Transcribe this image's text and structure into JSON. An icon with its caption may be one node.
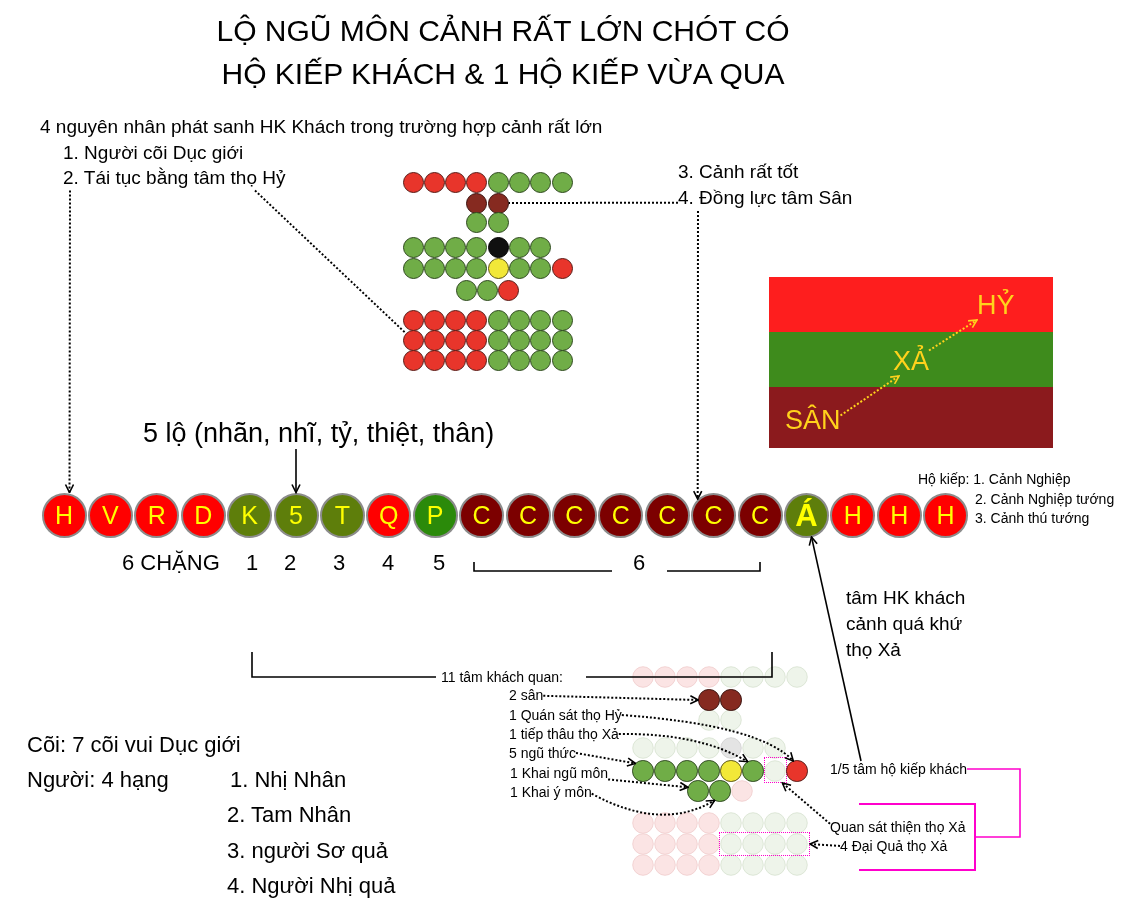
{
  "diagram": {
    "title": "LỘ NGŨ MÔN CẢNH RẤT LỚN CHÓT CÓ HỘ KIẾP KHÁCH & 1 HỘ KIẾP VỪA QUA",
    "nodes": [
      {
        "text": [
          "4 nguyên nhân phát sanh HK Khách trong trường hợp cảnh rất lớn",
          "1. Người cõi Dục giới",
          "2. Tái tục bằng tâm thọ Hỷ"
        ]
      },
      {
        "text": [
          "3. Cảnh rất tốt",
          "4. Đồng lực tâm Sân"
        ]
      },
      {
        "text": [],
        "shape": "circle"
      },
      {
        "text": [],
        "shape": "circle"
      },
      {
        "text": [],
        "shape": "circle"
      },
      {
        "text": [],
        "shape": "circle"
      },
      {
        "text": [],
        "shape": "circle"
      },
      {
        "text": [],
        "shape": "circle"
      },
      {
        "text": [],
        "shape": "circle"
      },
      {
        "text": [],
        "shape": "circle"
      },
      {
        "text": [],
        "shape": "circle"
      },
      {
        "text": [],
        "shape": "circle"
      },
      {
        "text": [],
        "shape": "circle"
      },
      {
        "text": [],
        "shape": "circle"
      },
      {
        "text": [],
        "shape": "circle"
      },
      {
        "text": [],
        "shape": "circle"
      },
      {
        "text": [],
        "shape": "circle"
      },
      {
        "text": [],
        "shape": "circle"
      },
      {
        "text": [],
        "shape": "circle"
      },
      {
        "text": [],
        "shape": "circle"
      },
      {
        "text": [],
        "shape": "circle"
      },
      {
        "text": [],
        "shape": "circle"
      },
      {
        "text": [],
        "shape": "circle"
      },
      {
        "text": [],
        "shape": "circle"
      },
      {
        "text": [],
        "shape": "circle"
      },
      {
        "text": [],
        "shape": "circle"
      },
      {
        "text": [],
        "shape": "circle"
      },
      {
        "text": [],
        "shape": "circle"
      },
      {
        "text": [],
        "shape": "circle"
      },
      {
        "text": [],
        "shape": "circle"
      },
      {
        "text": [],
        "shape": "circle"
      },
      {
        "text": [],
        "shape": "circle"
      },
      {
        "text": [],
        "shape": "circle"
      },
      {
        "text": [],
        "shape": "circle"
      },
      {
        "text": [],
        "shape": "circle"
      },
      {
        "text": [],
        "shape": "circle"
      },
      {
        "text": [],
        "shape": "circle"
      },
      {
        "text": [],
        "shape": "circle"
      },
      {
        "text": [],
        "shape": "circle"
      },
      {
        "text": [],
        "shape": "circle"
      },
      {
        "text": [],
        "shape": "circle"
      },
      {
        "text": [],
        "shape": "circle"
      },
      {
        "text": [],
        "shape": "circle"
      },
      {
        "text": [],
        "shape": "circle"
      },
      {
        "text": [],
        "shape": "circle"
      },
      {
        "text": [],
        "shape": "circle"
      },
      {
        "text": [],
        "shape": "circle"
      },
      {
        "text": [],
        "shape": "circle"
      },
      {
        "text": [],
        "shape": "circle"
      },
      {
        "text": [],
        "shape": "circle"
      },
      {
        "text": [],
        "shape": "circle"
      },
      {
        "text": [],
        "shape": "circle"
      },
      {
        "text": [],
        "shape": "circle"
      },
      {
        "text": [],
        "shape": "circle"
      },
      {
        "text": [],
        "shape": "circle"
      },
      {
        "text": [],
        "shape": "circle"
      },
      {
        "text": [],
        "shape": "bar"
      },
      {
        "text": [
          "HỶ"
        ],
        "in": 56
      },
      {
        "text": [],
        "shape": "bar"
      },
      {
        "text": [
          "XẢ"
        ],
        "in": 58
      },
      {
        "text": [],
        "shape": "bar"
      },
      {
        "text": [
          "SÂN"
        ],
        "in": 60
      },
      {
        "text": [
          "5 lộ (nhãn, nhĩ, tỷ, thiệt, thân)"
        ]
      },
      {
        "text": [
          "H"
        ]
      },
      {
        "text": [
          "V"
        ]
      },
      {
        "text": [
          "R"
        ]
      },
      {
        "text": [
          "D"
        ]
      },
      {
        "text": [
          "K"
        ]
      },
      {
        "text": [
          "5"
        ]
      },
      {
        "text": [
          "T"
        ]
      },
      {
        "text": [
          "Q"
        ]
      },
      {
        "text": [
          "P"
        ]
      },
      {
        "text": [
          "C"
        ]
      },
      {
        "text": [
          "C"
        ]
      },
      {
        "text": [
          "C"
        ]
      },
      {
        "text": [
          "C"
        ]
      },
      {
        "text": [
          "C"
        ]
      },
      {
        "text": [
          "C"
        ]
      },
      {
        "text": [
          "C"
        ]
      },
      {
        "text": [
          "Á"
        ]
      },
      {
        "text": [
          "H"
        ]
      },
      {
        "text": [
          "H"
        ]
      },
      {
        "text": [
          "H"
        ],
        "beside": [
          "Hộ kiếp: 1. Cảnh Nghiệp",
          "2. Cảnh Nghiệp tướng",
          "3. Cảnh thú tướng"
        ]
      },
      {
        "text": [
          "2 sân"
        ]
      },
      {
        "text": [
          "1 Quán sát thọ Hỷ"
        ]
      },
      {
        "text": [
          "1 tiếp thâu thọ Xả"
        ]
      },
      {
        "text": [
          "5 ngũ thức"
        ]
      },
      {
        "text": [
          "1 Khai ngũ môn"
        ]
      },
      {
        "text": [
          "1 Khai ý môn"
        ]
      },
      {
        "text": [],
        "shape": "circle"
      },
      {
        "text": [],
        "shape": "circle"
      },
      {
        "text": [],
        "shape": "circle"
      },
      {
        "text": [],
        "shape": "circle"
      },
      {
        "text": [],
        "shape": "circle"
      },
      {
        "text": [],
        "shape": "circle"
      },
      {
        "text": [],
        "shape": "circle"
      },
      {
        "text": [],
        "shape": "circle"
      },
      {
        "text": [],
        "shape": "box"
      },
      {
        "text": [],
        "shape": "circle"
      },
      {
        "text": [],
        "shape": "circle"
      },
      {
        "text": [],
        "shape": "circle"
      },
      {
        "text": [],
        "shape": "box"
      },
      {
        "text": [
          "1/5 tâm hộ kiếp khách"
        ]
      },
      {
        "text": [],
        "shape": "bracket"
      },
      {
        "text": [
          "Quan sát thiện thọ Xả"
        ],
        "in": 103
      },
      {
        "text": [
          "4 Đại Quả thọ Xả"
        ],
        "in": 103
      }
    ],
    "edges": [
      {
        "from": 0,
        "to": 63,
        "arrow": "to",
        "style": "dashed"
      },
      {
        "from": 0,
        "to": 40,
        "arrow": "none",
        "style": "dashed"
      },
      {
        "from": 1,
        "to": 11,
        "arrow": "none",
        "style": "dashed"
      },
      {
        "from": 1,
        "to": 77,
        "arrow": "to",
        "style": "dashed"
      },
      {
        "from": 61,
        "to": 59,
        "arrow": "to",
        "style": "dashed",
        "color": "#ffd21c"
      },
      {
        "from": 59,
        "to": 57,
        "arrow": "to",
        "style": "dashed",
        "color": "#ffd21c"
      },
      {
        "from": 62,
        "to": 68,
        "arrow": "to"
      },
      {
        "from": 102,
        "to": 79,
        "arrow": "to",
        "label": "tâm HK khách cảnh quá khứ thọ Xả"
      },
      {
        "from": 83,
        "to": 89,
        "arrow": "to",
        "style": "dashed"
      },
      {
        "from": 84,
        "to": 98,
        "arrow": "to",
        "style": "dashed"
      },
      {
        "from": 85,
        "to": 96,
        "arrow": "to",
        "style": "dashed"
      },
      {
        "from": 86,
        "to": 91,
        "arrow": "to",
        "style": "dashed"
      },
      {
        "from": 87,
        "to": 99,
        "arrow": "to",
        "style": "dashed"
      },
      {
        "from": 88,
        "to": 100,
        "arrow": "to",
        "style": "dashed"
      },
      {
        "from": 104,
        "to": 97,
        "arrow": "to",
        "style": "dashed"
      },
      {
        "from": 105,
        "to": 101,
        "arrow": "to",
        "style": "dashed"
      },
      {
        "from": 102,
        "to": 103,
        "arrow": "none",
        "color": "#ff00cc"
      }
    ],
    "labels": [
      "6 CHẶNG",
      "1",
      "2",
      "3",
      "4",
      "5",
      "6",
      "11 tâm khách quan:",
      "Cõi: 7 cõi vui Dục giới",
      "Người: 4 hạng",
      "1. Nhị Nhân",
      "2. Tam Nhân",
      "3. người Sơ quả",
      "4. Người Nhị quả"
    ]
  }
}
